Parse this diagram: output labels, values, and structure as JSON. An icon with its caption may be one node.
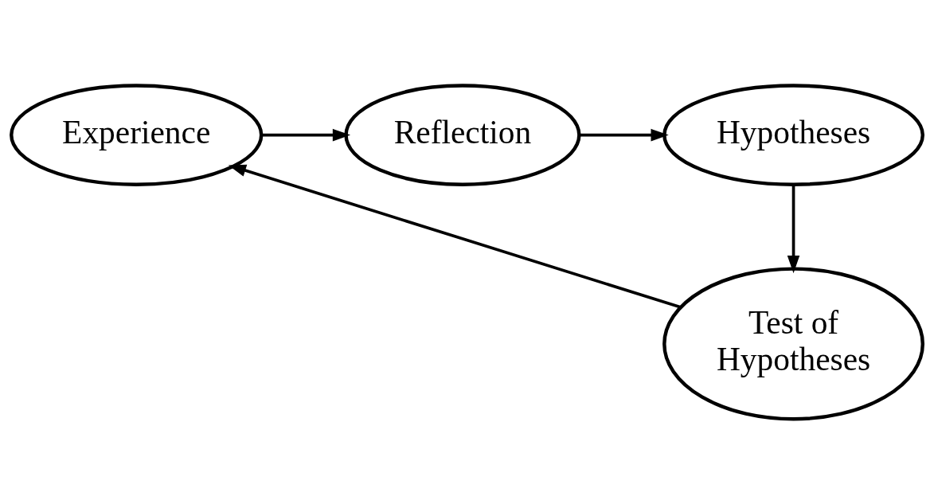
{
  "diagram": {
    "nodes": [
      {
        "text": [
          "Experience"
        ]
      },
      {
        "text": [
          "Reflection"
        ]
      },
      {
        "text": [
          "Hypotheses"
        ]
      },
      {
        "text": [
          "Test of Hypotheses"
        ]
      }
    ],
    "edges": [
      {
        "from": 0,
        "to": 1,
        "arrow": "to"
      },
      {
        "from": 1,
        "to": 2,
        "arrow": "to"
      },
      {
        "from": 2,
        "to": 3,
        "arrow": "to"
      },
      {
        "from": 3,
        "to": 0,
        "arrow": "to"
      }
    ]
  }
}
